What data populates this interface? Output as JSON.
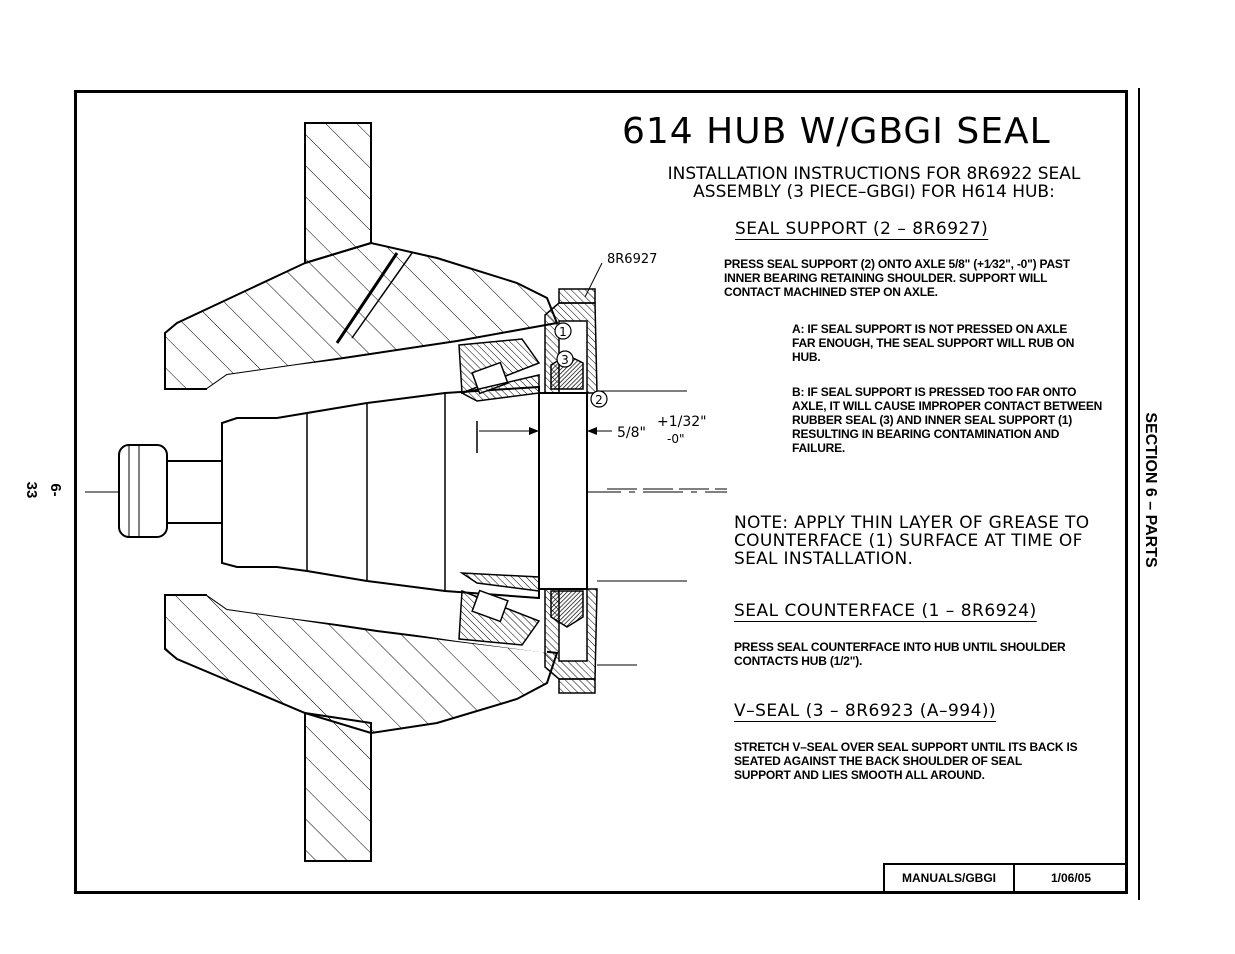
{
  "page_number": "6-33",
  "section_title": "SECTION 6 – PARTS",
  "title": "614 HUB W/GBGI SEAL",
  "subtitle": "INSTALLATION INSTRUCTIONS FOR 8R6922 SEAL ASSEMBLY (3 PIECE–GBGI) FOR H614 HUB:",
  "seal_support": {
    "heading": "SEAL SUPPORT (2 – 8R6927)",
    "text": "PRESS SEAL SUPPORT (2) ONTO AXLE 5/8\" (+1⁄32\", -0\") PAST INNER BEARING RETAINING SHOULDER. SUPPORT WILL CONTACT MACHINED STEP ON AXLE.",
    "item_a": "A: IF SEAL SUPPORT IS NOT PRESSED ON AXLE FAR ENOUGH, THE SEAL SUPPORT WILL RUB ON HUB.",
    "item_b": "B: IF SEAL SUPPORT IS PRESSED TOO FAR ONTO AXLE, IT WILL CAUSE IMPROPER CONTACT BETWEEN RUBBER SEAL (3) AND INNER SEAL SUPPORT (1) RESULTING IN BEARING CONTAMINATION AND FAILURE."
  },
  "note": "NOTE: APPLY THIN LAYER OF GREASE TO COUNTERFACE (1) SURFACE AT TIME OF SEAL INSTALLATION.",
  "seal_counterface": {
    "heading": "SEAL COUNTERFACE (1 – 8R6924)",
    "text": "PRESS SEAL COUNTERFACE INTO HUB UNTIL SHOULDER CONTACTS HUB (1/2\")."
  },
  "v_seal": {
    "heading": "V–SEAL (3 – 8R6923 (A–994))",
    "text": "STRETCH V–SEAL OVER SEAL SUPPORT UNTIL ITS BACK IS SEATED AGAINST THE BACK SHOULDER OF SEAL SUPPORT AND LIES SMOOTH ALL AROUND."
  },
  "drawing": {
    "part_label": "8R6927",
    "callout_1": "1",
    "callout_2": "2",
    "callout_3": "3",
    "dim_main": "5/8\"",
    "dim_plus": "+1/32\"",
    "dim_minus": "-0\""
  },
  "title_block": {
    "source": "MANUALS/GBGI",
    "date": "1/06/05"
  }
}
